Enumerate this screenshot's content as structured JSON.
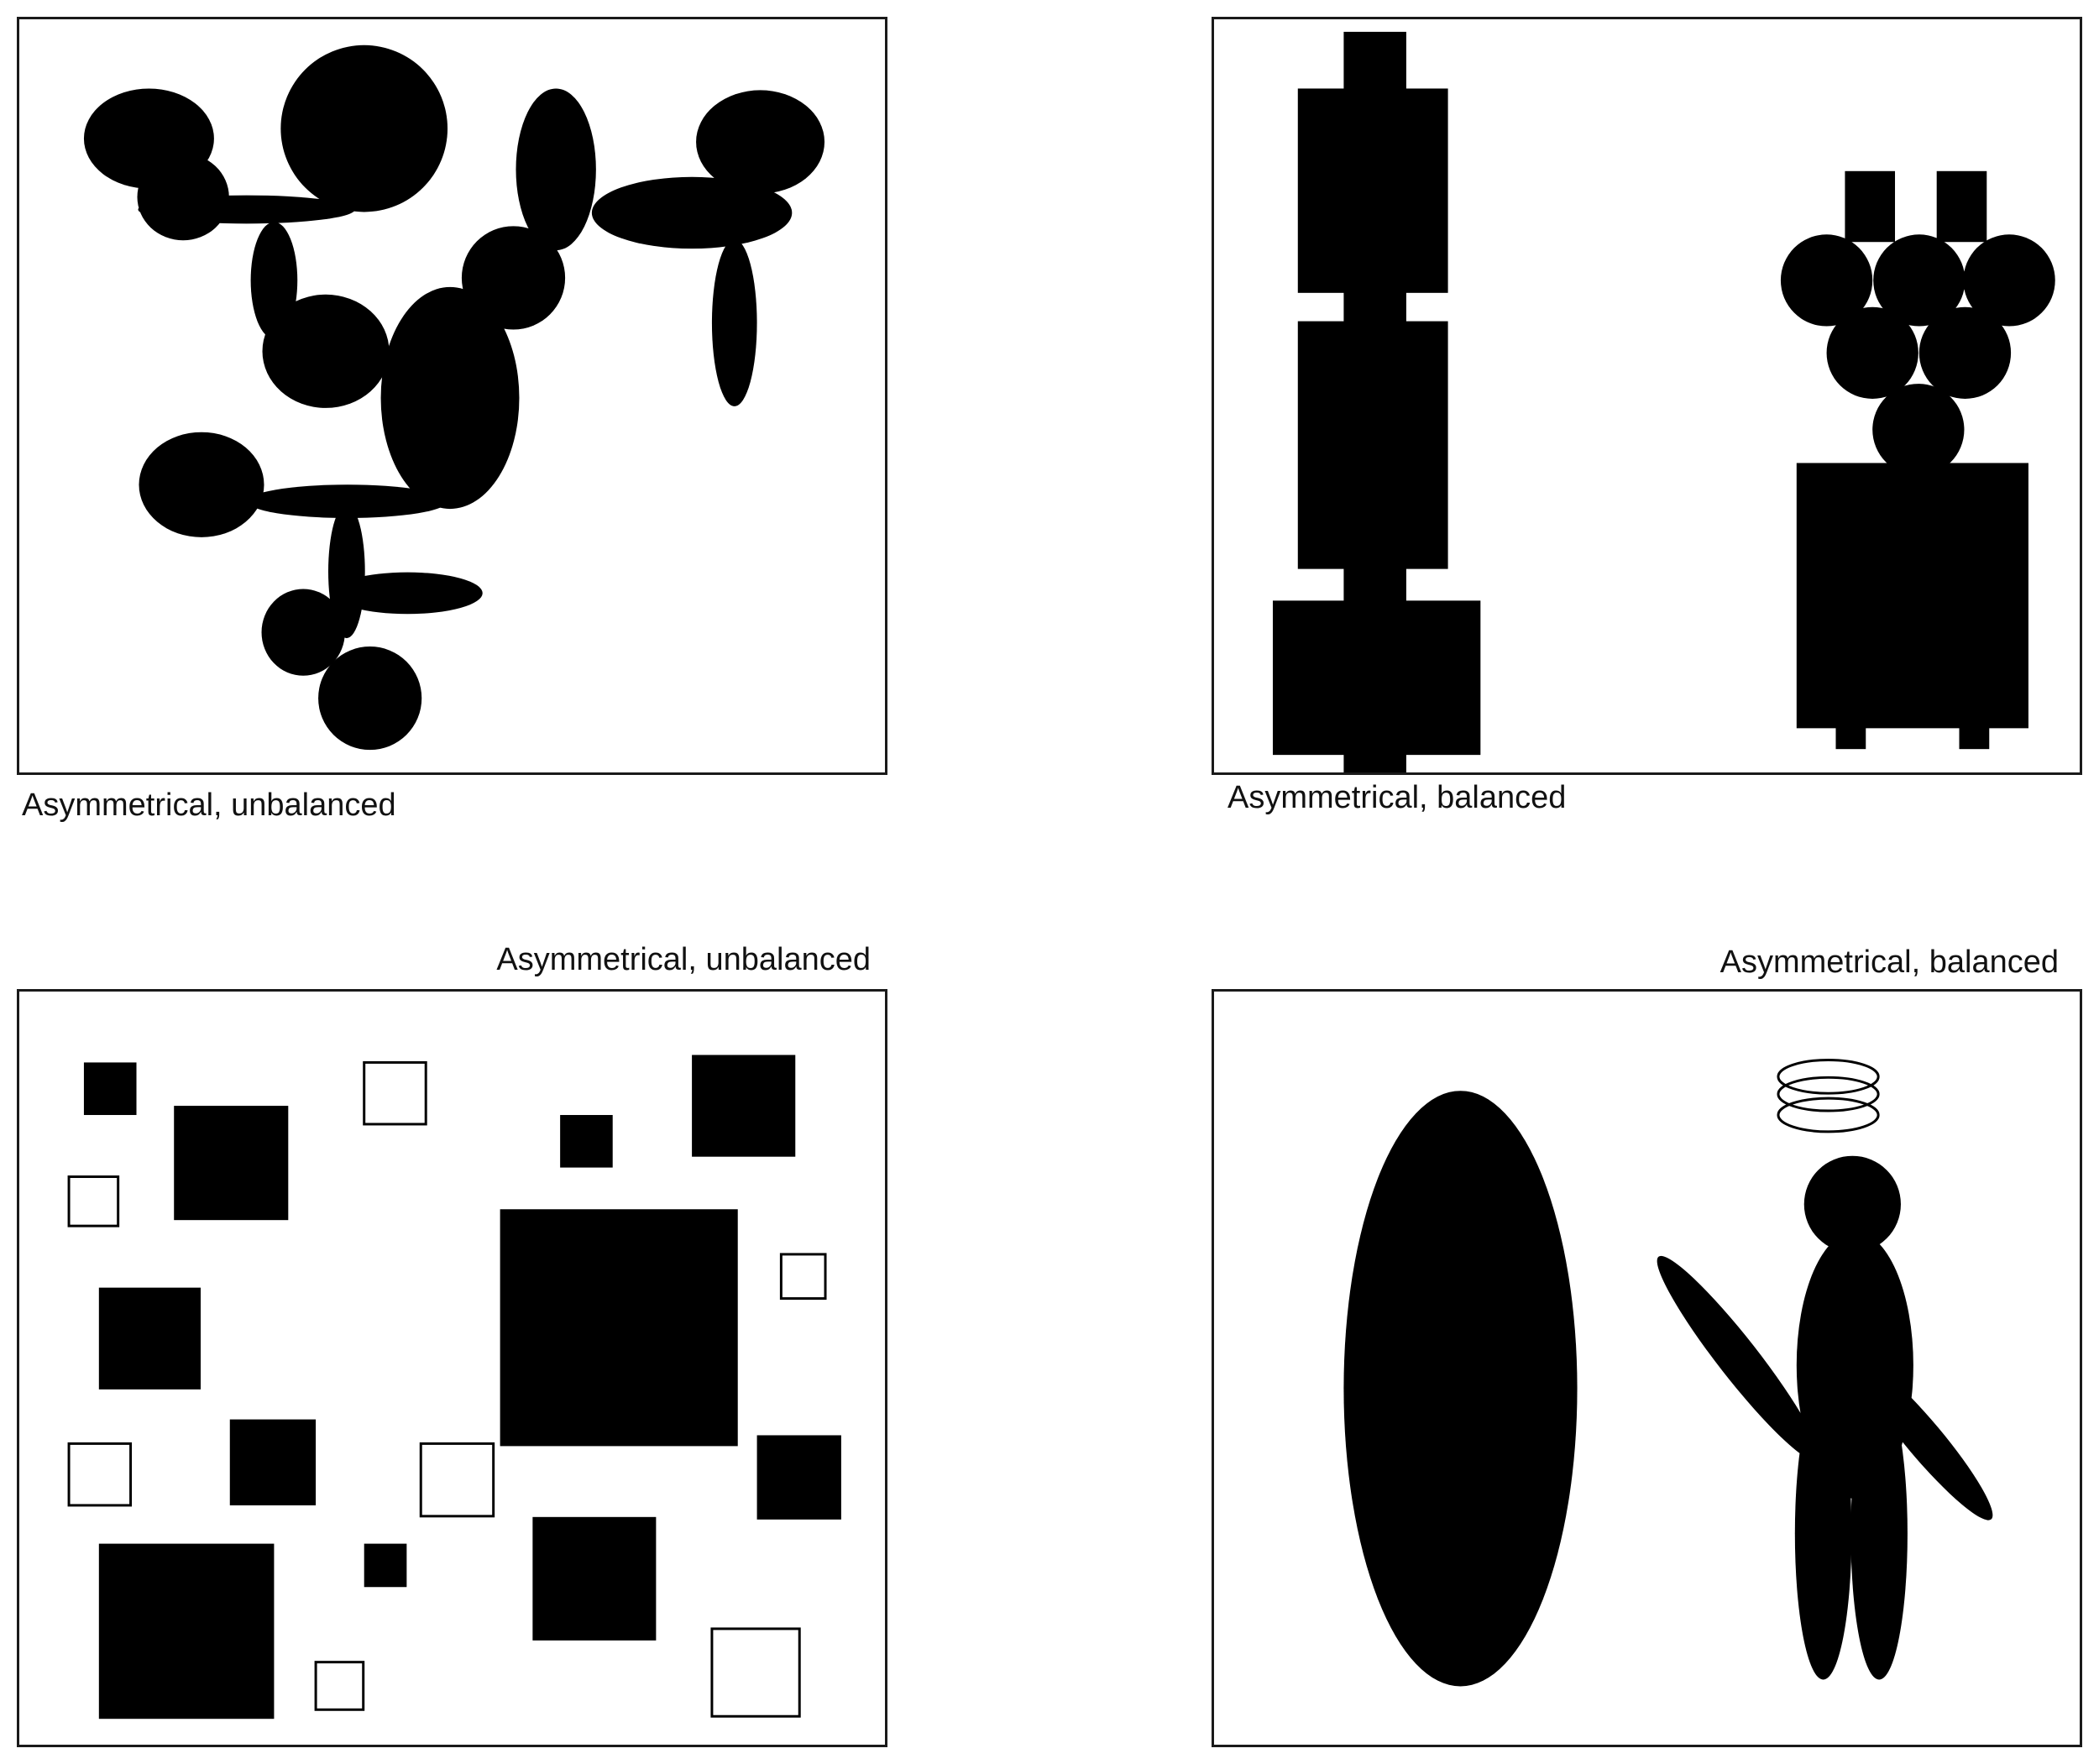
{
  "panels": [
    {
      "caption": "Asymmetrical, unbalanced"
    },
    {
      "caption": "Asymmetrical, balanced"
    },
    {
      "caption": "Asymmetrical, unbalanced"
    },
    {
      "caption": "Asymmetrical, balanced"
    }
  ],
  "colors": {
    "shape_fill": "#000000",
    "frame": "#1a1a1a",
    "background": "#ffffff"
  }
}
